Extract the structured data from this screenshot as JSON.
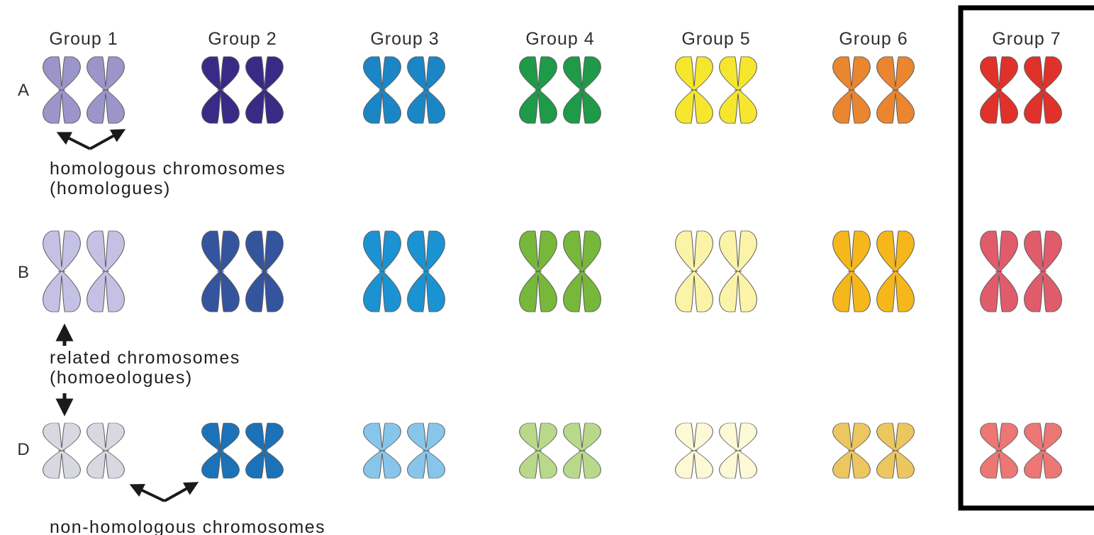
{
  "groups": [
    "Group 1",
    "Group 2",
    "Group 3",
    "Group 4",
    "Group 5",
    "Group 6",
    "Group 7"
  ],
  "genomes": [
    "A",
    "B",
    "D"
  ],
  "chromosome_colors": {
    "A": [
      "#9b95c9",
      "#3a2a86",
      "#1b86c6",
      "#1f9a48",
      "#f6e62e",
      "#ea8530",
      "#e0322a"
    ],
    "B": [
      "#c5c1e4",
      "#34549e",
      "#1b93d2",
      "#77b83a",
      "#fbf3a8",
      "#f6b71a",
      "#e05c6b"
    ],
    "D": [
      "#d7d8e0",
      "#1c72b8",
      "#87c6ea",
      "#b8d98a",
      "#fdf8d5",
      "#ecc65e",
      "#ec7774"
    ]
  },
  "annotations": {
    "homologues_line1": "homologous chromosomes",
    "homologues_line2": "(homologues)",
    "homoeologues_line1": "related chromosomes",
    "homoeologues_line2": "(homoeologues)",
    "nonhomologous_line1": "non-homologous chromosomes"
  },
  "highlighted_group": "Group 7"
}
